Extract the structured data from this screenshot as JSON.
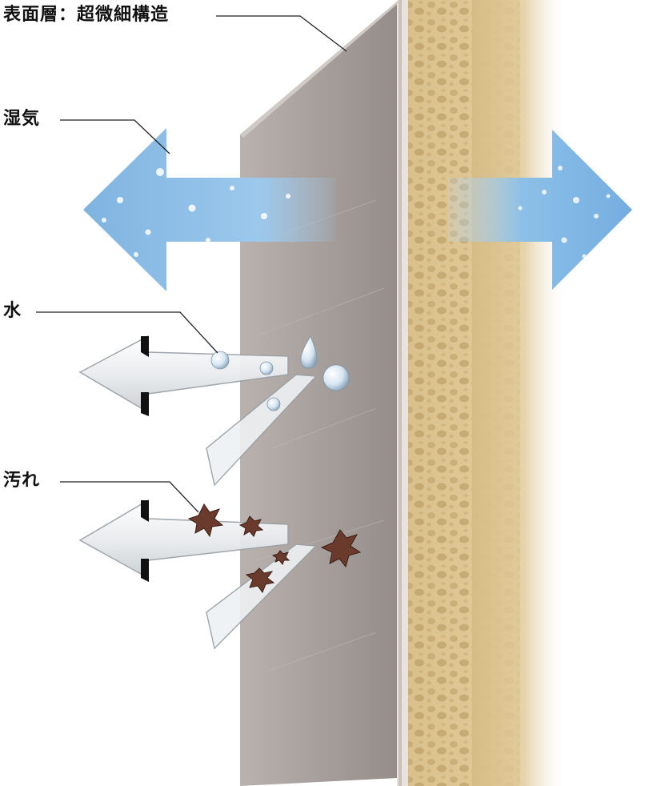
{
  "labels": {
    "surface_layer": "表面層：超微細構造",
    "moisture": "湿気",
    "water": "水",
    "dirt": "汚れ"
  },
  "colors": {
    "panel_gray": "#a8a19d",
    "foam_tan": "#d9bf8a",
    "moisture_blue": "#7fb6e2",
    "dirt_brown": "#6a3a2c"
  }
}
